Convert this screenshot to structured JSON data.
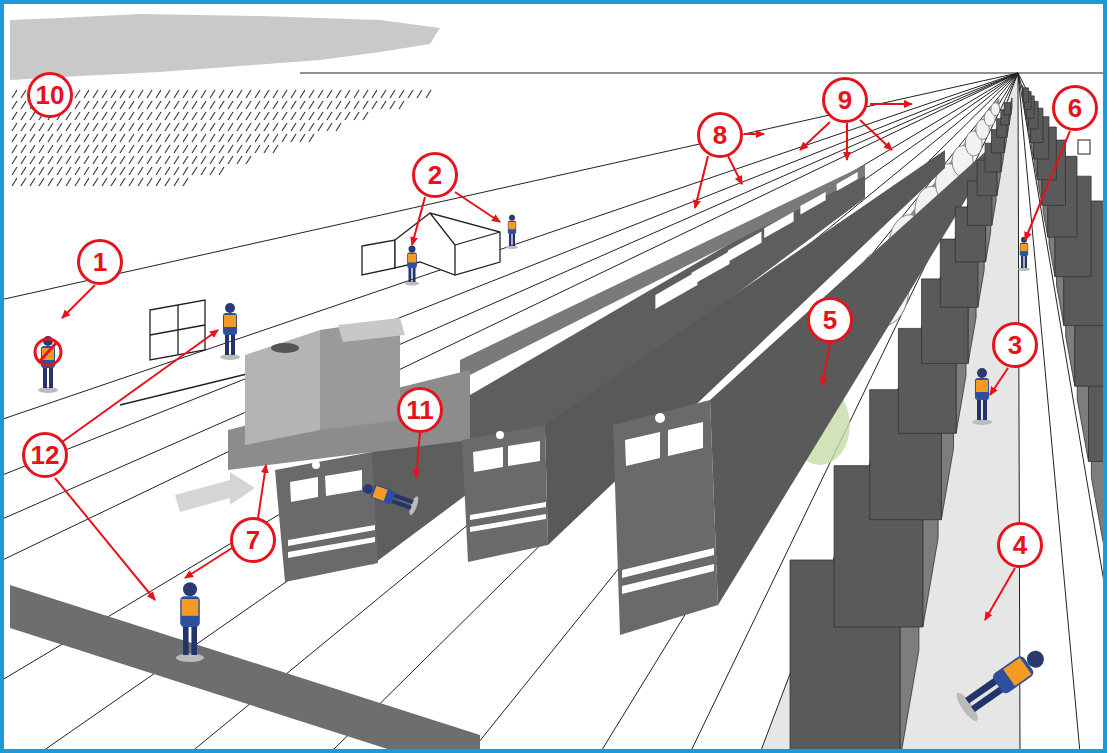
{
  "diagram": {
    "labels": [
      "10",
      "8",
      "9",
      "6",
      "2",
      "1",
      "3",
      "5",
      "12",
      "11",
      "7",
      "4"
    ]
  }
}
